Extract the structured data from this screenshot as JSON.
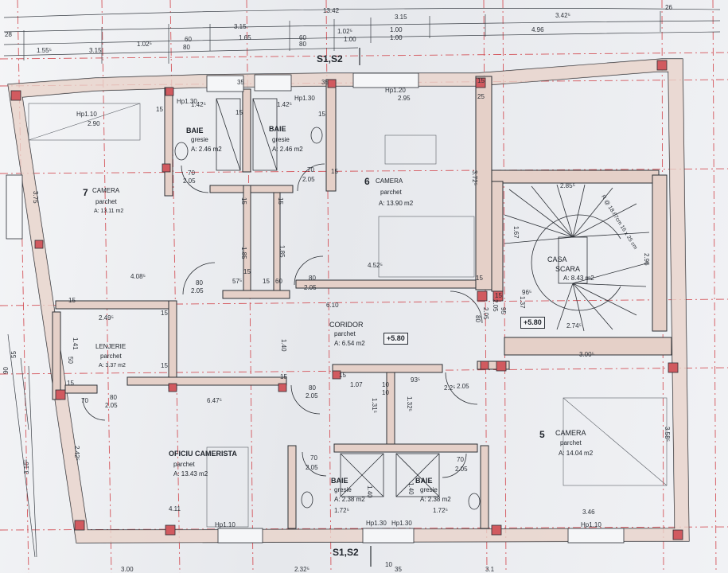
{
  "sections": {
    "top": "S1,S2",
    "bottom": "S1,S2"
  },
  "level": "+5.80",
  "level_corridor": "+5.80",
  "rooms": {
    "r7": {
      "num": "7",
      "name": "CAMERA",
      "floor": "parchet",
      "area": "A: 13.11 m2"
    },
    "baie_top_left": {
      "name": "BAIE",
      "floor": "gresie",
      "area": "A: 2.46 m2"
    },
    "baie_top_right": {
      "name": "BAIE",
      "floor": "gresie",
      "area": "A: 2.46 m2"
    },
    "r6": {
      "num": "6",
      "name": "CAMERA",
      "floor": "parchet",
      "area": "A: 13.90 m2"
    },
    "casa": {
      "name": "CASA",
      "name2": "SCARA",
      "area": "A: 8.43 m2"
    },
    "coridor": {
      "name": "CORIDOR",
      "floor": "parchet",
      "area": "A: 6.54 m2"
    },
    "lenjerie": {
      "name": "LENJERIE",
      "floor": "parchet",
      "area": "A: 3.37 m2"
    },
    "oficiu": {
      "name": "OFICIU CAMERISTA",
      "floor": "parchet",
      "area": "A: 13.43 m2"
    },
    "baie_bot_left": {
      "name": "BAIE",
      "floor": "gresie",
      "area": "A: 2.38 m2"
    },
    "baie_bot_right": {
      "name": "BAIE",
      "floor": "gresie",
      "area": "A: 2.38 m2"
    },
    "r5": {
      "num": "5",
      "name": "CAMERA",
      "floor": "parchet",
      "area": "A: 14.04 m2"
    }
  },
  "dims": {
    "top_total": "13.42",
    "top_r1": [
      "3.15",
      "3.15",
      "3.42⁵",
      "26"
    ],
    "top_r2": [
      "28",
      "3.15",
      "1.65",
      "60",
      "1.00",
      "1.00",
      "4.96"
    ],
    "top_r2b": [
      "80",
      "80",
      "1.02⁵",
      "1.00"
    ],
    "top_r3": [
      "1.55⁵",
      "3.15",
      "1.02⁵",
      "60"
    ],
    "hp_top": [
      "Hp1.30",
      "Hp1.30",
      "Hp1.20",
      "Hp1.10"
    ],
    "w_top": [
      "1.42⁵",
      "1.42⁵",
      "2.95",
      "2.90"
    ],
    "doors_top": [
      "70",
      "2.05",
      "70",
      "2.05"
    ],
    "walls": [
      "15",
      "15",
      "15",
      "15",
      "35",
      "35",
      "25",
      "15"
    ],
    "r7_dims": [
      "3.75",
      "4.08⁵"
    ],
    "mid": [
      "1.85",
      "1.85",
      "15",
      "15",
      "60",
      "57⁵",
      "80",
      "2.05",
      "80",
      "2.05",
      "80",
      "2.05",
      "4.52⁵",
      "3.72⁵",
      "15",
      "15",
      "15"
    ],
    "stair": [
      "2.85⁵",
      "1.67",
      "2.96",
      "96⁵",
      "95",
      "2.05",
      "1.37",
      "2.74⁵",
      "15",
      "3.00⁵"
    ],
    "cor": [
      "6.10",
      "1.40",
      "15",
      "15"
    ],
    "len": [
      "2.49⁵",
      "1.41",
      "50",
      "15",
      "70",
      "80",
      "2.05",
      "15"
    ],
    "low": [
      "6.47⁵",
      "80",
      "2.05",
      "1.07",
      "10",
      "93⁵",
      "2.2⁵",
      "2.05",
      "15",
      "15",
      "10"
    ],
    "left_ext": [
      "90",
      "55",
      "3.16⁵",
      "2.42⁵"
    ],
    "bot": [
      "1.31⁵",
      "1.32⁵",
      "70",
      "2.05",
      "70",
      "2.05",
      "1.40",
      "1.40",
      "4.11",
      "1.72⁵",
      "1.72⁵",
      "3.46",
      "3.58⁵"
    ],
    "hp_bot": [
      "Hp1.10",
      "Hp1.30",
      "Hp1.30",
      "Hp1.10"
    ],
    "bot_ext": [
      "3.00",
      "2.32⁵",
      "10",
      "35",
      "3.1"
    ]
  },
  "stair_note": "R @ 18.67cm 16 x 25 cm"
}
